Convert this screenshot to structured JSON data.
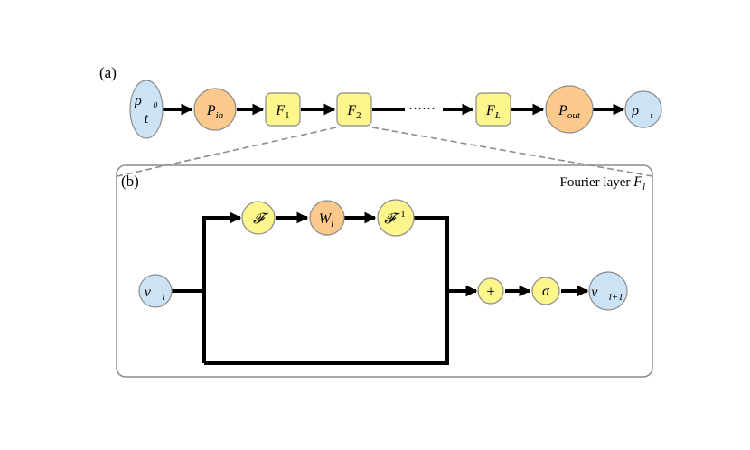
{
  "panel_a": {
    "label": "(a)",
    "input_node": {
      "line1": "ρ⃗₀",
      "line2": "t"
    },
    "p_in": {
      "base": "P",
      "sub": "in"
    },
    "f1": {
      "base": "F",
      "sub": "1"
    },
    "f2": {
      "base": "F",
      "sub": "2"
    },
    "ellipsis": "······",
    "fL": {
      "base": "F",
      "sub": "L"
    },
    "p_out": {
      "base": "P",
      "sub": "out"
    },
    "output_node": {
      "base": "ρ⃗",
      "sub": "t"
    }
  },
  "panel_b": {
    "label": "(b)",
    "title": {
      "text": "Fourier layer ",
      "base": "F",
      "sub": "l"
    },
    "v_in": {
      "base": "v⃗",
      "sub": "l"
    },
    "fourier": "𝓕",
    "weight": {
      "base": "W",
      "sub": "l"
    },
    "inverse_fourier": {
      "base": "𝓕",
      "sup": "−1"
    },
    "plus": "+",
    "sigma": "σ",
    "v_out": {
      "base": "v⃗",
      "sub": "l+1"
    }
  },
  "colors": {
    "blue_node": "#cce3f5",
    "orange_node": "#fbc98c",
    "yellow_node": "#fdf68c",
    "node_stroke": "#8a8a8a",
    "panel_stroke": "#8c8c8c"
  }
}
